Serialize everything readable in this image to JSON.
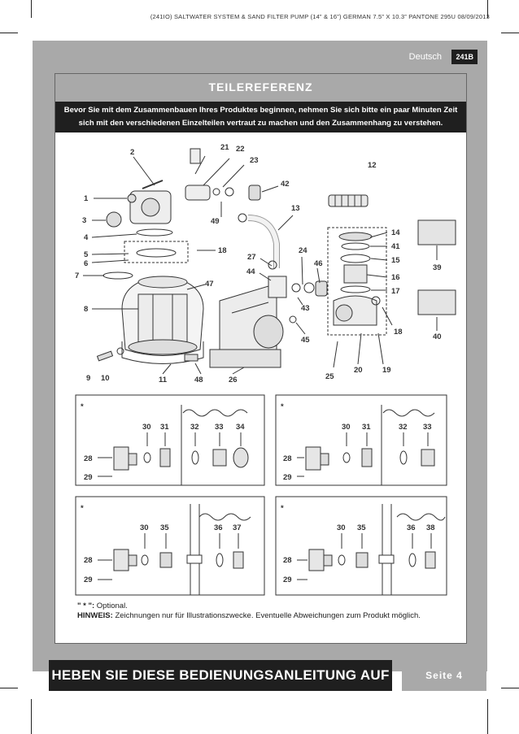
{
  "print_header": "(241IO)  SALTWATER SYSTEM & SAND FILTER PUMP (14” & 16”)  GERMAN  7.5” X 10.3”  PANTONE 295U   08/09/2013",
  "language": "Deutsch",
  "page_code": "241B",
  "title": "TEILEREFERENZ",
  "intro_line1": "Bevor Sie mit dem Zusammenbauen Ihres Produktes beginnen, nehmen Sie sich bitte ein paar Minuten Zeit",
  "intro_line2": "sich mit den verschiedenen Einzelteilen vertraut zu machen und den Zusammenhang zu verstehen.",
  "part_numbers": {
    "p1": "1",
    "p2": "2",
    "p3": "3",
    "p4": "4",
    "p5": "5",
    "p6": "6",
    "p7": "7",
    "p8": "8",
    "p9": "9",
    "p10": "10",
    "p11": "11",
    "p12": "12",
    "p13": "13",
    "p14": "14",
    "p15": "15",
    "p16": "16",
    "p17": "17",
    "p18": "18",
    "p18b": "18",
    "p19": "19",
    "p20": "20",
    "p21": "21",
    "p22": "22",
    "p23": "23",
    "p24": "24",
    "p25": "25",
    "p26": "26",
    "p27": "27",
    "p39": "39",
    "p40": "40",
    "p41": "41",
    "p42": "42",
    "p43": "43",
    "p44": "44",
    "p45": "45",
    "p46": "46",
    "p47": "47",
    "p48": "48",
    "p49": "49"
  },
  "options": [
    {
      "star": "*",
      "parts": [
        "28",
        "29",
        "30",
        "31",
        "32",
        "33",
        "34"
      ]
    },
    {
      "star": "*",
      "parts": [
        "28",
        "29",
        "30",
        "31",
        "32",
        "33"
      ]
    },
    {
      "star": "*",
      "parts": [
        "28",
        "29",
        "30",
        "35",
        "36",
        "37"
      ]
    },
    {
      "star": "*",
      "parts": [
        "28",
        "29",
        "30",
        "35",
        "36",
        "38"
      ]
    }
  ],
  "footnote": {
    "optional_key": "\" * \":",
    "optional_text": " Optional.",
    "note_key": "HINWEIS:",
    "note_text": " Zeichnungen nur für Illustrationszwecke. Eventuelle Abweichungen zum Produkt möglich."
  },
  "footer_left": "HEBEN SIE DIESE BEDIENUNGSANLEITUNG AUF",
  "footer_right": "Seite 4"
}
